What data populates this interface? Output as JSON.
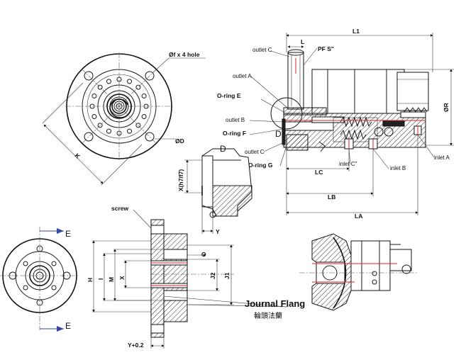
{
  "labels": {
    "hole": "Øf x 4 hole",
    "phi_d": "ØD",
    "k": "K",
    "l1": "L1",
    "l": "L",
    "outlet_c_top": "outlet C",
    "pf_s": "PF S\"",
    "outlet_a": "outlet A",
    "oring_e": "O-ring E",
    "outlet_b": "outlet B",
    "oring_f": "O-ring F",
    "d_right": "D",
    "outlet_c_mid": "outlet C",
    "oring_g": "O-ring G",
    "inlet_c": "inlet C\"",
    "inlet_b": "inlet B",
    "inlet_a": "inlet A",
    "phi_r": "ØR",
    "lc": "LC",
    "lb": "LB",
    "la": "LA",
    "d_detail": "D",
    "x_fit": "X(h7/f7)",
    "y": "Y",
    "screw": "screw",
    "o": "O",
    "h": "H",
    "i": "I",
    "m": "M",
    "x": "X",
    "j2": "J2",
    "j1": "J1",
    "e_top": "E",
    "e_bottom": "E",
    "y_plus": "Y+0.2",
    "journal": "Journal Flang",
    "journal_cn": "輪頭法蘭"
  }
}
